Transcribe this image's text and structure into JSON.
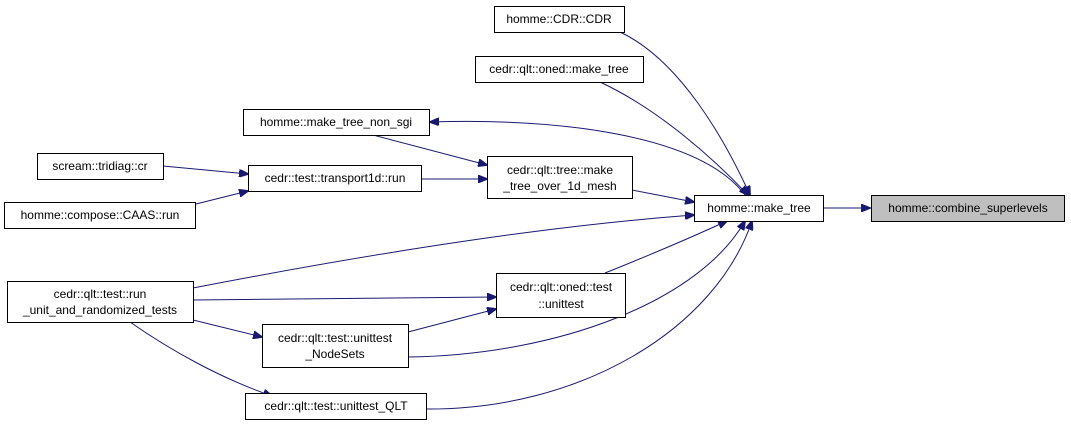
{
  "nodes": {
    "combine_superlevels": {
      "lines": [
        "homme::combine_superlevels"
      ]
    },
    "make_tree": {
      "lines": [
        "homme::make_tree"
      ]
    },
    "cdr": {
      "lines": [
        "homme::CDR::CDR"
      ]
    },
    "oned_make_tree": {
      "lines": [
        "cedr::qlt::oned::make_tree"
      ]
    },
    "make_tree_non_sgi": {
      "lines": [
        "homme::make_tree_non_sgi"
      ]
    },
    "tree_make_tree_over_1d_mesh": {
      "lines": [
        "cedr::qlt::tree::make",
        "_tree_over_1d_mesh"
      ]
    },
    "transport1d_run": {
      "lines": [
        "cedr::test::transport1d::run"
      ]
    },
    "tridiag_cr": {
      "lines": [
        "scream::tridiag::cr"
      ]
    },
    "caas_run": {
      "lines": [
        "homme::compose::CAAS::run"
      ]
    },
    "oned_test_unittest": {
      "lines": [
        "cedr::qlt::oned::test",
        "::unittest"
      ]
    },
    "run_unit_and_randomized_tests": {
      "lines": [
        "cedr::qlt::test::run",
        "_unit_and_randomized_tests"
      ]
    },
    "unittest_nodesets": {
      "lines": [
        "cedr::qlt::test::unittest",
        "_NodeSets"
      ]
    },
    "unittest_qlt": {
      "lines": [
        "cedr::qlt::test::unittest_QLT"
      ]
    }
  },
  "focus_node": "combine_superlevels",
  "edges": [
    [
      "make_tree",
      "combine_superlevels"
    ],
    [
      "cdr",
      "make_tree"
    ],
    [
      "oned_make_tree",
      "make_tree"
    ],
    [
      "make_tree",
      "make_tree_non_sgi"
    ],
    [
      "tree_make_tree_over_1d_mesh",
      "make_tree"
    ],
    [
      "run_unit_and_randomized_tests",
      "make_tree"
    ],
    [
      "oned_test_unittest",
      "make_tree"
    ],
    [
      "unittest_nodesets",
      "make_tree"
    ],
    [
      "unittest_qlt",
      "make_tree"
    ],
    [
      "make_tree_non_sgi",
      "tree_make_tree_over_1d_mesh"
    ],
    [
      "transport1d_run",
      "tree_make_tree_over_1d_mesh"
    ],
    [
      "tridiag_cr",
      "transport1d_run"
    ],
    [
      "caas_run",
      "transport1d_run"
    ],
    [
      "run_unit_and_randomized_tests",
      "oned_test_unittest"
    ],
    [
      "unittest_nodesets",
      "oned_test_unittest"
    ],
    [
      "run_unit_and_randomized_tests",
      "unittest_nodesets"
    ],
    [
      "run_unit_and_randomized_tests",
      "unittest_qlt"
    ]
  ],
  "colors": {
    "edge": "#191970",
    "focus_fill": "#bfbfbf",
    "node_fill": "#ffffff",
    "node_border": "#000000"
  }
}
